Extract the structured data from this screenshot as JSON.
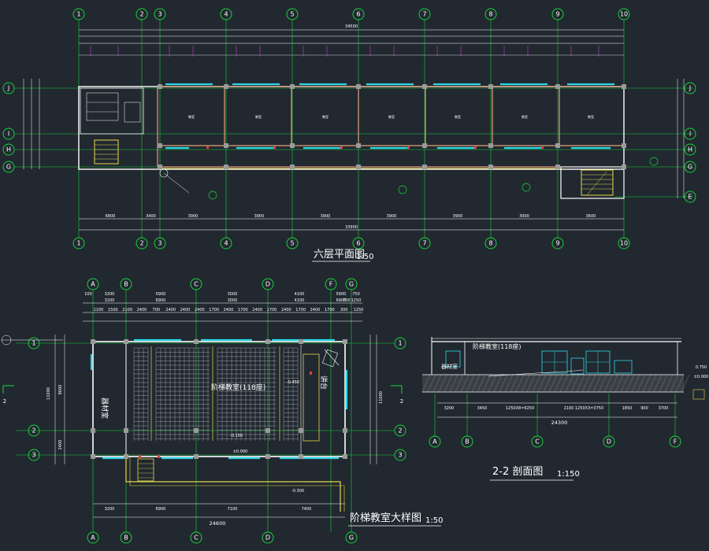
{
  "plan": {
    "title": "六层平面图",
    "scale": "1:50",
    "axes_top": [
      "1",
      "2",
      "3",
      "4",
      "5",
      "6",
      "7",
      "8",
      "9",
      "10"
    ],
    "axes_left": [
      "J",
      "I",
      "H",
      "G"
    ],
    "axes_right": [
      "J",
      "I",
      "H",
      "G",
      "E"
    ],
    "dim_top_overall": "34500",
    "dim_bottom_overall": "33900",
    "dim_bottom_spans": [
      "6800",
      "3400",
      "3900",
      "3900",
      "3900",
      "3900",
      "3900",
      "3900",
      "3600"
    ],
    "room_label": "教室"
  },
  "lecture": {
    "title": "阶梯教室大样图",
    "scale": "1:50",
    "axes_top": [
      "A",
      "B",
      "C",
      "D",
      "F",
      "G"
    ],
    "axes_bottom": [
      "A",
      "B",
      "C",
      "D",
      "G"
    ],
    "axes_left": [
      "1",
      "2",
      "3"
    ],
    "axes_right": [
      "1",
      "2",
      "3"
    ],
    "dim_top_spans": [
      "3200",
      "6900",
      "3000",
      "4100",
      "6900",
      "700",
      "1250"
    ],
    "dim_top_sub": [
      "100",
      "3200",
      "5900",
      "3000",
      "4100",
      "5900",
      "750"
    ],
    "dim_top_detail": [
      "1100",
      "1500",
      "2100",
      "2400",
      "700",
      "2400",
      "2400",
      "2400",
      "1700",
      "2400",
      "1700",
      "2400",
      "1700",
      "2400",
      "1700",
      "2400",
      "1700",
      "300",
      "1250"
    ],
    "dim_bottom_spans": [
      "3200",
      "6900",
      "7100",
      "7400"
    ],
    "dim_bottom_overall": "24600",
    "dim_left": [
      "11000",
      "8600",
      "2400"
    ],
    "dim_right": [
      "11000"
    ],
    "room_main": "阶梯教室(118座)",
    "room_left": "器材室",
    "room_right": "讲台",
    "level_marks": [
      "-0.450",
      "-0.300",
      "-0.150",
      "±0.000"
    ]
  },
  "section": {
    "title": "2-2 剖面图",
    "scale": "1:150",
    "axes_bottom": [
      "A",
      "B",
      "C",
      "D",
      "F"
    ],
    "room_label": "阶梯教室(118座)",
    "room_left": "器材室",
    "dim_spans": [
      "3200",
      "3450",
      "1250X8=9250",
      "2100",
      "1250X3=3750",
      "1850",
      "900",
      "3700"
    ],
    "dim_overall": "24300",
    "level_right": [
      "0.750",
      "±0.000"
    ]
  },
  "section_mark": "2"
}
